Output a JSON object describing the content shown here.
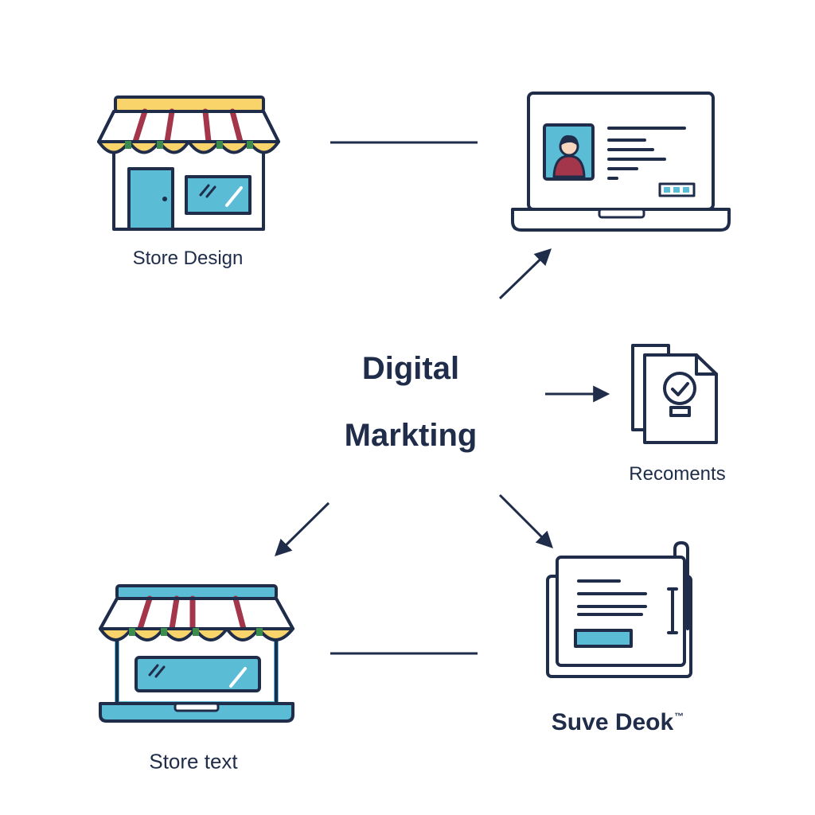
{
  "diagram": {
    "center": {
      "line1": "Digital",
      "line2": "Markting"
    },
    "nodes": {
      "store_design": {
        "label": "Store Design",
        "icon": "storefront-icon"
      },
      "laptop_profile": {
        "label": "",
        "icon": "laptop-profile-icon"
      },
      "recoments": {
        "label": "Recoments",
        "icon": "documents-check-icon"
      },
      "store_text": {
        "label": "Store text",
        "icon": "storefront-laptop-icon"
      },
      "suve_deok": {
        "label": "Suve Deok",
        "trademark": "™",
        "icon": "clipboard-document-icon"
      }
    },
    "colors": {
      "ink": "#1f2d4a",
      "blue": "#5bbcd6",
      "yellow": "#f9d46b",
      "red": "#a3364a",
      "green": "#3c8c4e"
    }
  }
}
